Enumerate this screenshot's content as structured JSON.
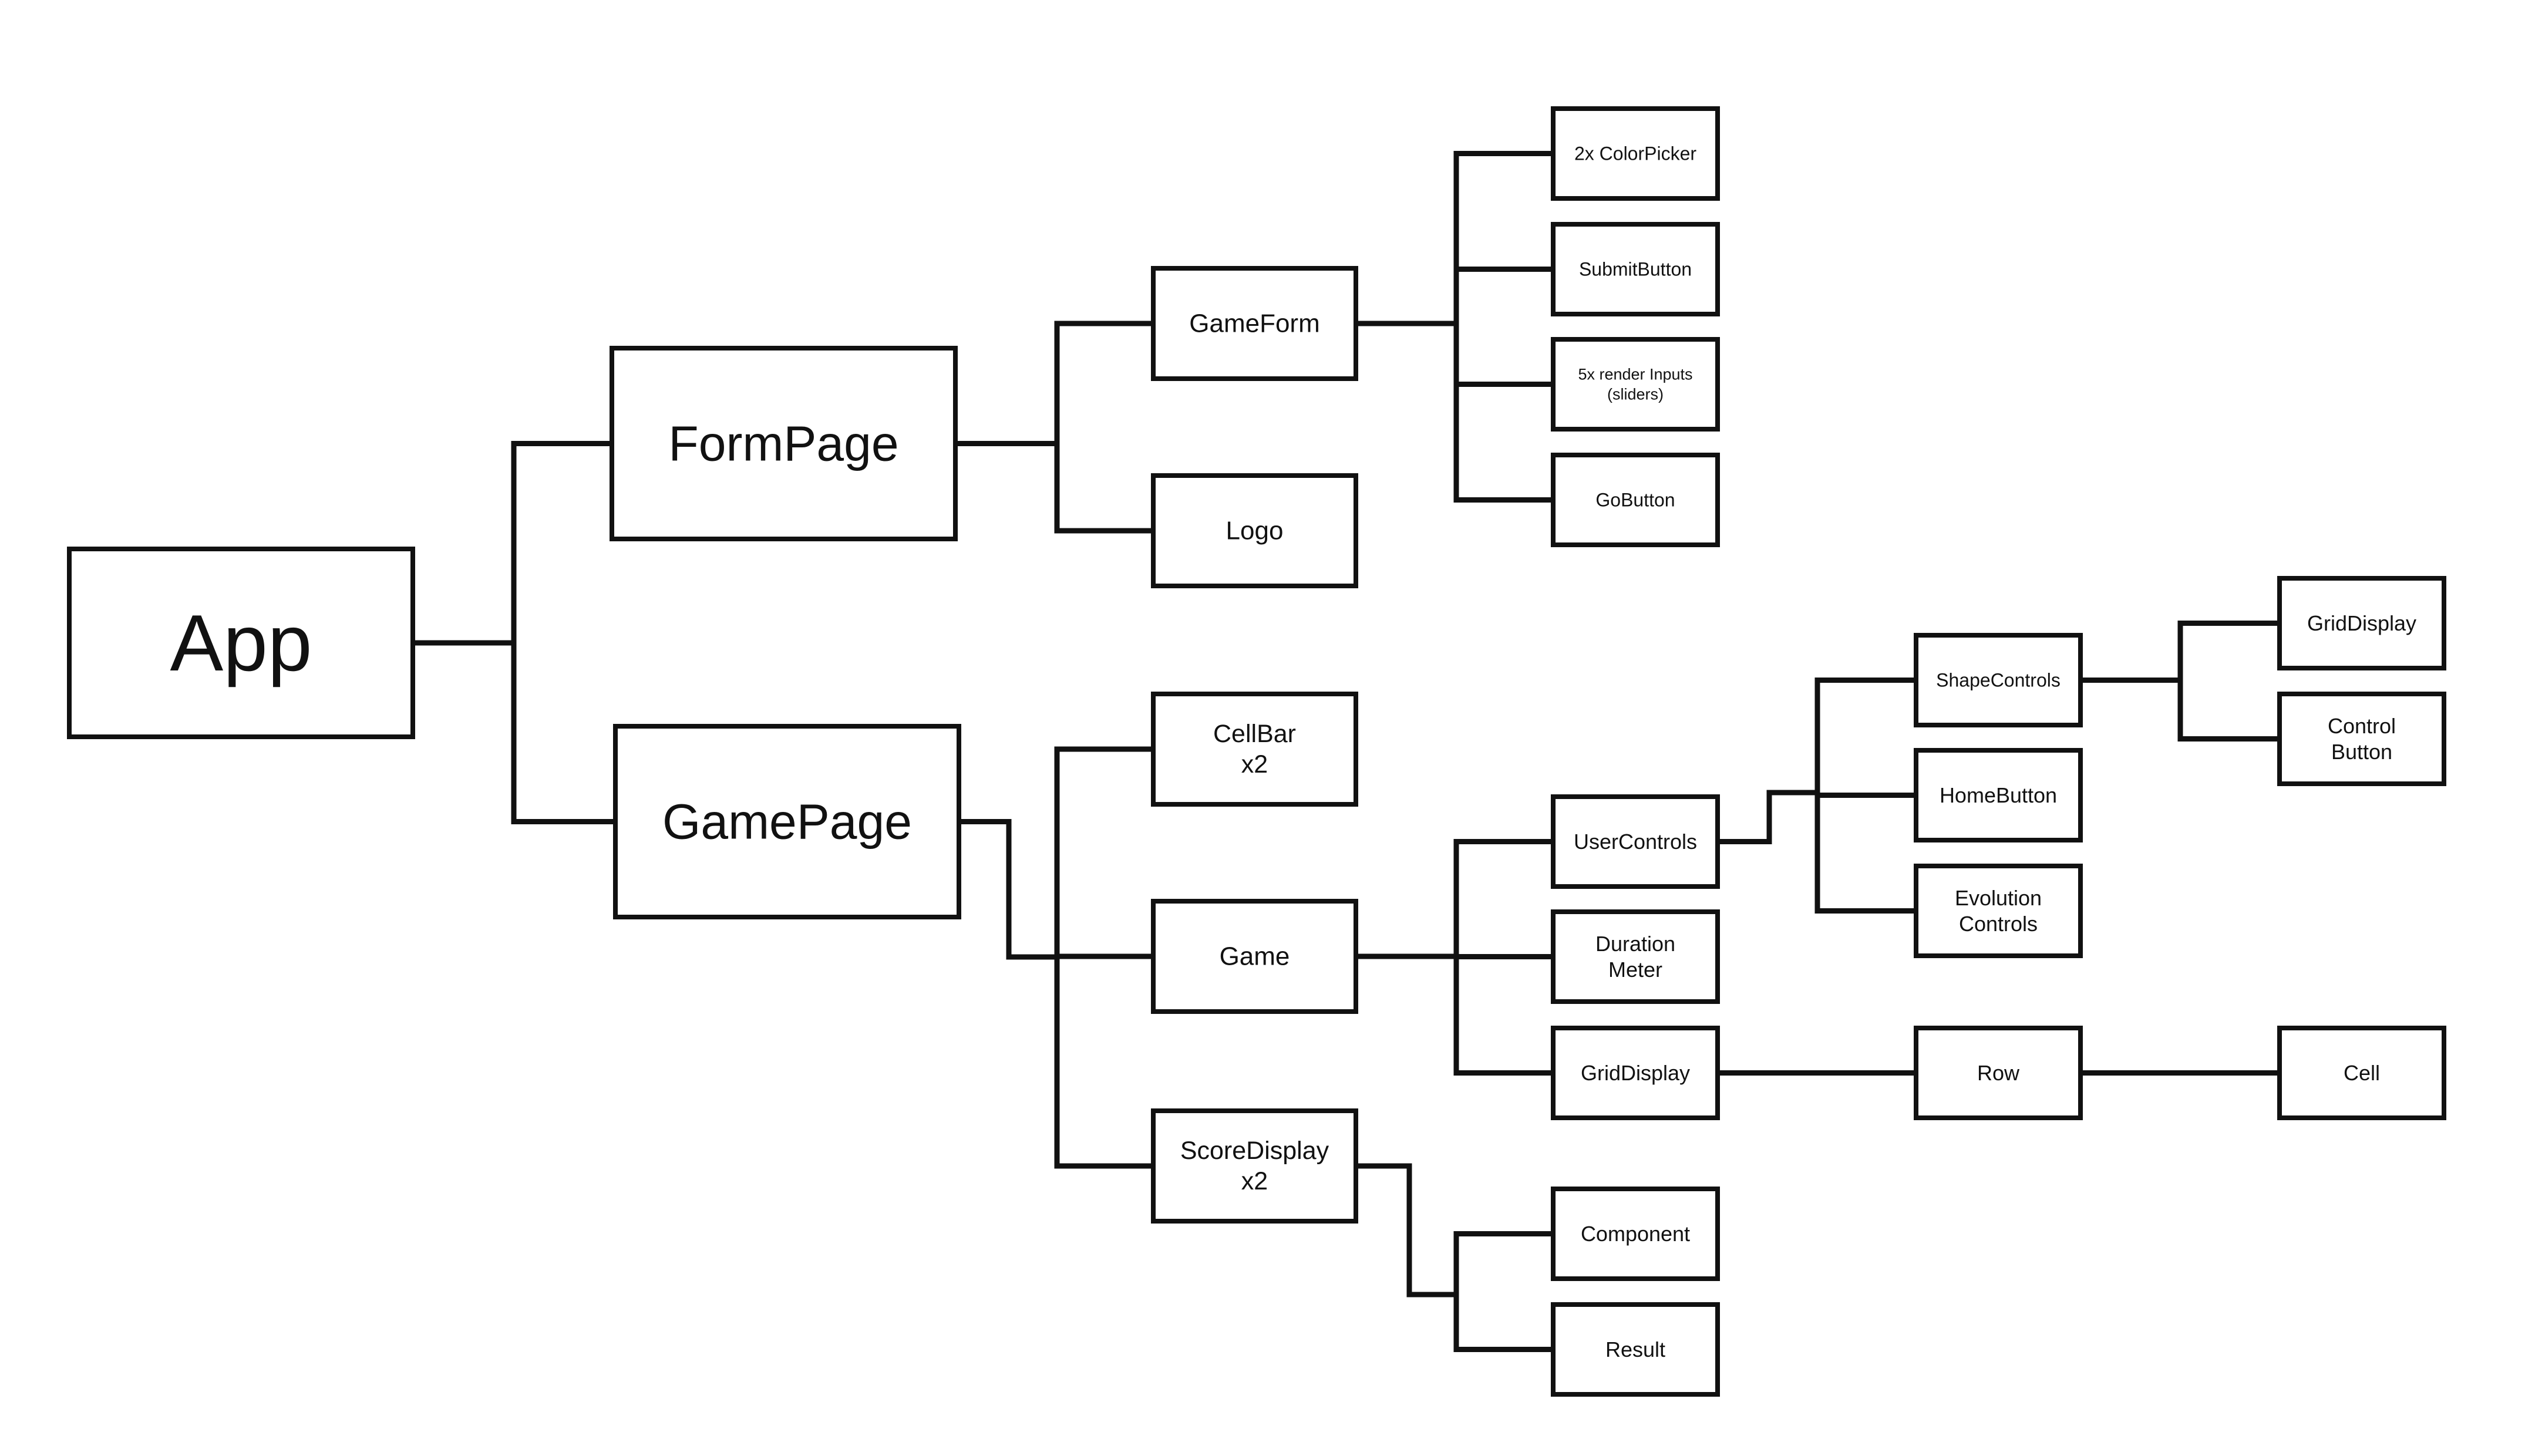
{
  "diagram": {
    "colors": {
      "line": "#111111",
      "box_fill": "#ffffff",
      "background": "#ffffff"
    },
    "nodes": [
      {
        "id": "app",
        "lines": [
          "App"
        ]
      },
      {
        "id": "formpage",
        "lines": [
          "FormPage"
        ]
      },
      {
        "id": "gamepage",
        "lines": [
          "GamePage"
        ]
      },
      {
        "id": "gameform",
        "lines": [
          "GameForm"
        ]
      },
      {
        "id": "logo",
        "lines": [
          "Logo"
        ]
      },
      {
        "id": "colorpicker",
        "lines": [
          "2x ColorPicker"
        ]
      },
      {
        "id": "submitbutton",
        "lines": [
          "SubmitButton"
        ]
      },
      {
        "id": "renderinputs",
        "lines": [
          "5x render Inputs",
          "(sliders)"
        ]
      },
      {
        "id": "gobutton",
        "lines": [
          "GoButton"
        ]
      },
      {
        "id": "cellbar",
        "lines": [
          "CellBar",
          "x2"
        ]
      },
      {
        "id": "game",
        "lines": [
          "Game"
        ]
      },
      {
        "id": "scoredisplay",
        "lines": [
          "ScoreDisplay",
          "x2"
        ]
      },
      {
        "id": "usercontrols",
        "lines": [
          "UserControls"
        ]
      },
      {
        "id": "durationmeter",
        "lines": [
          "Duration",
          "Meter"
        ]
      },
      {
        "id": "griddisplay1",
        "lines": [
          "GridDisplay"
        ]
      },
      {
        "id": "component",
        "lines": [
          "Component"
        ]
      },
      {
        "id": "result",
        "lines": [
          "Result"
        ]
      },
      {
        "id": "shapecontrols",
        "lines": [
          "ShapeControls"
        ]
      },
      {
        "id": "homebutton",
        "lines": [
          "HomeButton"
        ]
      },
      {
        "id": "evolutioncontrols",
        "lines": [
          "Evolution",
          "Controls"
        ]
      },
      {
        "id": "griddisplay2",
        "lines": [
          "GridDisplay"
        ]
      },
      {
        "id": "controlbutton",
        "lines": [
          "Control",
          "Button"
        ]
      },
      {
        "id": "row",
        "lines": [
          "Row"
        ]
      },
      {
        "id": "cell",
        "lines": [
          "Cell"
        ]
      }
    ],
    "edges": [
      [
        "app",
        "formpage"
      ],
      [
        "app",
        "gamepage"
      ],
      [
        "formpage",
        "gameform"
      ],
      [
        "formpage",
        "logo"
      ],
      [
        "gameform",
        "colorpicker"
      ],
      [
        "gameform",
        "submitbutton"
      ],
      [
        "gameform",
        "renderinputs"
      ],
      [
        "gameform",
        "gobutton"
      ],
      [
        "gamepage",
        "cellbar"
      ],
      [
        "gamepage",
        "game"
      ],
      [
        "gamepage",
        "scoredisplay"
      ],
      [
        "game",
        "usercontrols"
      ],
      [
        "game",
        "durationmeter"
      ],
      [
        "game",
        "griddisplay1"
      ],
      [
        "scoredisplay",
        "component"
      ],
      [
        "scoredisplay",
        "result"
      ],
      [
        "usercontrols",
        "shapecontrols"
      ],
      [
        "usercontrols",
        "homebutton"
      ],
      [
        "usercontrols",
        "evolutioncontrols"
      ],
      [
        "shapecontrols",
        "griddisplay2"
      ],
      [
        "shapecontrols",
        "controlbutton"
      ],
      [
        "griddisplay1",
        "row"
      ],
      [
        "row",
        "cell"
      ]
    ]
  }
}
